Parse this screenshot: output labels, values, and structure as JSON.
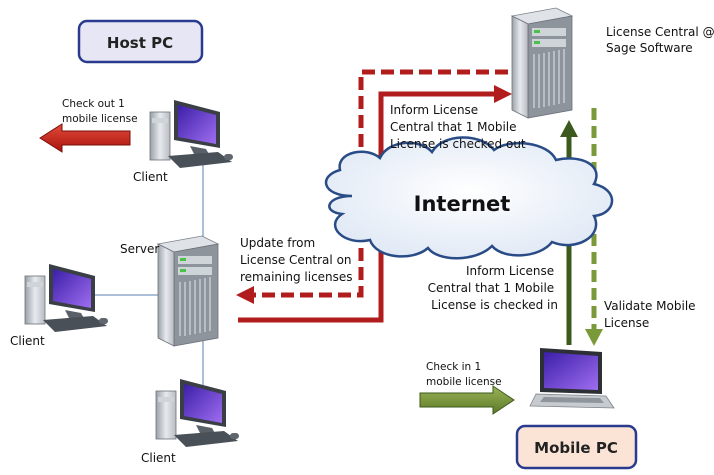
{
  "boxes": {
    "host_pc": "Host PC",
    "mobile_pc": "Mobile PC"
  },
  "cloud": {
    "label": "Internet"
  },
  "nodes": {
    "license_central": [
      "License Central @",
      "Sage Software"
    ],
    "server": "Server",
    "client_top": "Client",
    "client_left": "Client",
    "client_bottom": "Client"
  },
  "messages": {
    "check_out": [
      "Check out 1",
      "mobile license"
    ],
    "check_in": [
      "Check in 1",
      "mobile license"
    ],
    "inform_out": [
      "Inform License",
      "Central that 1 Mobile",
      "License is checked out"
    ],
    "update_from": [
      "Update from",
      "License Central on",
      "remaining licenses"
    ],
    "inform_in": [
      "Inform License",
      "Central that 1 Mobile",
      "License is checked in"
    ],
    "validate": [
      "Validate Mobile",
      "License"
    ]
  },
  "colors": {
    "box_fill_host": "#e6e6f4",
    "box_fill_mobile": "#fbe4d6",
    "box_border": "#2a3b8f",
    "red_arrow": "#b11d1d",
    "green_dark": "#3d5a1e",
    "green_light": "#7a9a3a"
  }
}
